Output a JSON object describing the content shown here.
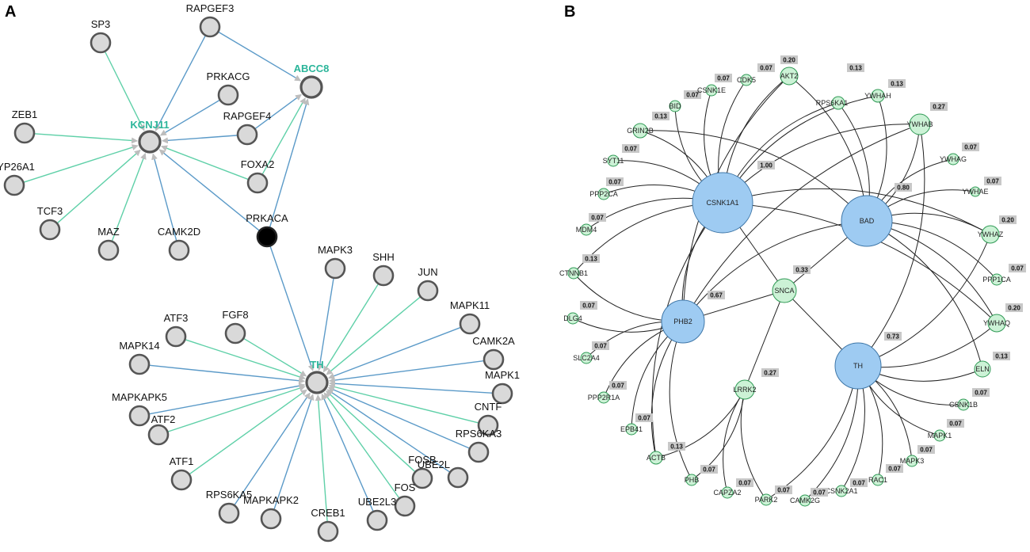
{
  "panels": {
    "a": "A",
    "b": "B"
  },
  "colors": {
    "green_edge": "#5fd0a8",
    "blue_edge": "#5b9ac8",
    "node_fill": "#d9d9d9",
    "node_stroke": "#555555",
    "hub_text": "#2bb59a",
    "b_small_fill": "#ccf2d6",
    "b_small_stroke": "#2f9a55",
    "b_big_fill": "#9ecbf2",
    "b_big_stroke": "#3f77a8",
    "badge": "#c8c8c8"
  },
  "network_a": {
    "nodes": [
      {
        "id": "KCNJ11",
        "label": "KCNJ11",
        "hub": true
      },
      {
        "id": "ABCC8",
        "label": "ABCC8",
        "hub": true
      },
      {
        "id": "TH",
        "label": "TH",
        "hub": true
      },
      {
        "id": "PRKACA",
        "label": "PRKACA",
        "dark": true
      },
      {
        "id": "SP3",
        "label": "SP3"
      },
      {
        "id": "RAPGEF3",
        "label": "RAPGEF3"
      },
      {
        "id": "PRKACG",
        "label": "PRKACG"
      },
      {
        "id": "ZEB1",
        "label": "ZEB1"
      },
      {
        "id": "RAPGEF4",
        "label": "RAPGEF4"
      },
      {
        "id": "CYP26A1",
        "label": "YP26A1"
      },
      {
        "id": "FOXA2",
        "label": "FOXA2"
      },
      {
        "id": "TCF3",
        "label": "TCF3"
      },
      {
        "id": "MAZ",
        "label": "MAZ"
      },
      {
        "id": "CAMK2D",
        "label": "CAMK2D"
      },
      {
        "id": "MAPK3",
        "label": "MAPK3"
      },
      {
        "id": "SHH",
        "label": "SHH"
      },
      {
        "id": "JUN",
        "label": "JUN"
      },
      {
        "id": "MAPK11",
        "label": "MAPK11"
      },
      {
        "id": "ATF3",
        "label": "ATF3"
      },
      {
        "id": "FGF8",
        "label": "FGF8"
      },
      {
        "id": "CAMK2A",
        "label": "CAMK2A"
      },
      {
        "id": "MAPK14",
        "label": "MAPK14"
      },
      {
        "id": "MAPK1",
        "label": "MAPK1"
      },
      {
        "id": "MAPKAPK5",
        "label": "MAPKAPK5"
      },
      {
        "id": "CNTF",
        "label": "CNTF"
      },
      {
        "id": "ATF2",
        "label": "ATF2"
      },
      {
        "id": "RPS6KA3",
        "label": "RPS6KA3"
      },
      {
        "id": "UBE2L",
        "label": "UBE2L"
      },
      {
        "id": "FOSB",
        "label": "FOSB"
      },
      {
        "id": "ATF1",
        "label": "ATF1"
      },
      {
        "id": "FOS",
        "label": "FOS"
      },
      {
        "id": "RPS6KA5",
        "label": "RPS6KA5"
      },
      {
        "id": "MAPKAPK2",
        "label": "MAPKAPK2"
      },
      {
        "id": "CREB1",
        "label": "CREB1"
      },
      {
        "id": "UBE2L3",
        "label": "UBE2L3"
      }
    ],
    "edges": [
      [
        "SP3",
        "KCNJ11",
        "green"
      ],
      [
        "RAPGEF3",
        "KCNJ11",
        "blue"
      ],
      [
        "RAPGEF3",
        "ABCC8",
        "blue"
      ],
      [
        "PRKACG",
        "KCNJ11",
        "blue"
      ],
      [
        "ZEB1",
        "KCNJ11",
        "green"
      ],
      [
        "RAPGEF4",
        "KCNJ11",
        "blue"
      ],
      [
        "RAPGEF4",
        "ABCC8",
        "blue"
      ],
      [
        "CYP26A1",
        "KCNJ11",
        "green"
      ],
      [
        "FOXA2",
        "KCNJ11",
        "green"
      ],
      [
        "FOXA2",
        "ABCC8",
        "green"
      ],
      [
        "TCF3",
        "KCNJ11",
        "green"
      ],
      [
        "MAZ",
        "KCNJ11",
        "green"
      ],
      [
        "CAMK2D",
        "KCNJ11",
        "blue"
      ],
      [
        "PRKACA",
        "KCNJ11",
        "blue"
      ],
      [
        "PRKACA",
        "ABCC8",
        "blue"
      ],
      [
        "PRKACA",
        "TH",
        "blue"
      ],
      [
        "MAPK3",
        "TH",
        "blue"
      ],
      [
        "SHH",
        "TH",
        "green"
      ],
      [
        "JUN",
        "TH",
        "green"
      ],
      [
        "MAPK11",
        "TH",
        "blue"
      ],
      [
        "ATF3",
        "TH",
        "green"
      ],
      [
        "FGF8",
        "TH",
        "green"
      ],
      [
        "CAMK2A",
        "TH",
        "blue"
      ],
      [
        "MAPK14",
        "TH",
        "blue"
      ],
      [
        "MAPK1",
        "TH",
        "blue"
      ],
      [
        "MAPKAPK5",
        "TH",
        "blue"
      ],
      [
        "CNTF",
        "TH",
        "green"
      ],
      [
        "ATF2",
        "TH",
        "green"
      ],
      [
        "RPS6KA3",
        "TH",
        "blue"
      ],
      [
        "UBE2L",
        "TH",
        "blue"
      ],
      [
        "FOSB",
        "TH",
        "green"
      ],
      [
        "ATF1",
        "TH",
        "green"
      ],
      [
        "FOS",
        "TH",
        "green"
      ],
      [
        "RPS6KA5",
        "TH",
        "blue"
      ],
      [
        "MAPKAPK2",
        "TH",
        "blue"
      ],
      [
        "CREB1",
        "TH",
        "green"
      ],
      [
        "UBE2L3",
        "TH",
        "blue"
      ]
    ]
  },
  "network_b": {
    "nodes": [
      {
        "id": "CSNK1A1",
        "label": "CSNK1A1",
        "big": true,
        "badge": "1.00"
      },
      {
        "id": "BAD",
        "label": "BAD",
        "big": true,
        "badge": "0.80"
      },
      {
        "id": "PHB2",
        "label": "PHB2",
        "big": true,
        "badge": "0.67"
      },
      {
        "id": "TH",
        "label": "TH",
        "big": true,
        "badge": "0.73"
      },
      {
        "id": "SNCA",
        "label": "SNCA",
        "badge": "0.33"
      },
      {
        "id": "LRRK2",
        "label": "LRRK2",
        "badge": "0.27"
      },
      {
        "id": "AKT2",
        "label": "AKT2",
        "badge": "0.20"
      },
      {
        "id": "RPS6KA1",
        "label": "RPS6KA1",
        "badge": "0.13"
      },
      {
        "id": "YWHAH",
        "label": "YWHAH",
        "badge": "0.13"
      },
      {
        "id": "YWHAB",
        "label": "YWHAB",
        "badge": "0.27"
      },
      {
        "id": "YWHAG",
        "label": "YWHAG",
        "badge": "0.07"
      },
      {
        "id": "YWHAE",
        "label": "YWHAE",
        "badge": "0.07"
      },
      {
        "id": "YWHAZ",
        "label": "YWHAZ",
        "badge": "0.20"
      },
      {
        "id": "PPP1CA",
        "label": "PPP1CA",
        "badge": "0.07"
      },
      {
        "id": "YWHAQ",
        "label": "YWHAQ",
        "badge": "0.20"
      },
      {
        "id": "ELN",
        "label": "ELN",
        "badge": "0.13"
      },
      {
        "id": "CSNK1B",
        "label": "CSNK1B",
        "badge": "0.07"
      },
      {
        "id": "MAPK1",
        "label": "MAPK1",
        "badge": "0.07"
      },
      {
        "id": "MAPK3",
        "label": "MAPK3",
        "badge": "0.07"
      },
      {
        "id": "RAC1",
        "label": "RAC1",
        "badge": "0.07"
      },
      {
        "id": "CSNK2A1",
        "label": "CSNK2A1",
        "badge": "0.07"
      },
      {
        "id": "CAMK2G",
        "label": "CAMK2G",
        "badge": "0.07"
      },
      {
        "id": "PARK2",
        "label": "PARK2",
        "badge": "0.07"
      },
      {
        "id": "CAPZA2",
        "label": "CAPZA2",
        "badge": "0.07"
      },
      {
        "id": "PHB",
        "label": "PHB",
        "badge": "0.07"
      },
      {
        "id": "ACTB",
        "label": "ACTB",
        "badge": "0.13"
      },
      {
        "id": "EPB41",
        "label": "EPB41",
        "badge": "0.07"
      },
      {
        "id": "PPP2R1A",
        "label": "PPP2R1A",
        "badge": "0.07"
      },
      {
        "id": "SLC2A4",
        "label": "SLC2A4",
        "badge": "0.07"
      },
      {
        "id": "DLG4",
        "label": "DLG4",
        "badge": "0.07"
      },
      {
        "id": "CTNNB1",
        "label": "CTNNB1",
        "badge": "0.13"
      },
      {
        "id": "MDM4",
        "label": "MDM4",
        "badge": "0.07"
      },
      {
        "id": "PPP2CA",
        "label": "PPP2CA",
        "badge": "0.07"
      },
      {
        "id": "SYT11",
        "label": "SYT11",
        "badge": "0.07"
      },
      {
        "id": "GRIN2B",
        "label": "GRIN2B",
        "badge": "0.13"
      },
      {
        "id": "BID",
        "label": "BID",
        "badge": "0.07"
      },
      {
        "id": "CSNK1E",
        "label": "CSNK1E",
        "badge": "0.07"
      },
      {
        "id": "CDK5",
        "label": "CDK5",
        "badge": "0.07"
      }
    ],
    "edges": [
      [
        "SNCA",
        "CSNK1A1"
      ],
      [
        "SNCA",
        "BAD"
      ],
      [
        "SNCA",
        "PHB2"
      ],
      [
        "SNCA",
        "TH"
      ],
      [
        "SNCA",
        "LRRK2"
      ],
      [
        "CSNK1A1",
        "AKT2"
      ],
      [
        "CSNK1A1",
        "RPS6KA1"
      ],
      [
        "CSNK1A1",
        "YWHAH"
      ],
      [
        "CSNK1A1",
        "YWHAB"
      ],
      [
        "CSNK1A1",
        "CDK5"
      ],
      [
        "CSNK1A1",
        "CSNK1E"
      ],
      [
        "CSNK1A1",
        "BID"
      ],
      [
        "CSNK1A1",
        "GRIN2B"
      ],
      [
        "CSNK1A1",
        "SYT11"
      ],
      [
        "CSNK1A1",
        "PPP2CA"
      ],
      [
        "CSNK1A1",
        "MDM4"
      ],
      [
        "CSNK1A1",
        "CTNNB1"
      ],
      [
        "CSNK1A1",
        "PHB2"
      ],
      [
        "CSNK1A1",
        "ACTB"
      ],
      [
        "CSNK1A1",
        "YWHAZ"
      ],
      [
        "CSNK1A1",
        "YWHAQ"
      ],
      [
        "BAD",
        "AKT2"
      ],
      [
        "BAD",
        "RPS6KA1"
      ],
      [
        "BAD",
        "YWHAH"
      ],
      [
        "BAD",
        "YWHAB"
      ],
      [
        "BAD",
        "YWHAG"
      ],
      [
        "BAD",
        "YWHAE"
      ],
      [
        "BAD",
        "YWHAZ"
      ],
      [
        "BAD",
        "PPP1CA"
      ],
      [
        "BAD",
        "YWHAQ"
      ],
      [
        "BAD",
        "PHB2"
      ],
      [
        "BAD",
        "GRIN2B"
      ],
      [
        "BAD",
        "ELN"
      ],
      [
        "PHB2",
        "DLG4"
      ],
      [
        "PHB2",
        "SLC2A4"
      ],
      [
        "PHB2",
        "PPP2R1A"
      ],
      [
        "PHB2",
        "EPB41"
      ],
      [
        "PHB2",
        "ACTB"
      ],
      [
        "PHB2",
        "PHB"
      ],
      [
        "PHB2",
        "YWHAB"
      ],
      [
        "PHB2",
        "AKT2"
      ],
      [
        "PHB2",
        "CTNNB1"
      ],
      [
        "LRRK2",
        "ACTB"
      ],
      [
        "LRRK2",
        "CAPZA2"
      ],
      [
        "LRRK2",
        "PARK2"
      ],
      [
        "LRRK2",
        "PHB"
      ],
      [
        "TH",
        "YWHAZ"
      ],
      [
        "TH",
        "YWHAQ"
      ],
      [
        "TH",
        "ELN"
      ],
      [
        "TH",
        "CSNK1B"
      ],
      [
        "TH",
        "MAPK1"
      ],
      [
        "TH",
        "MAPK3"
      ],
      [
        "TH",
        "RAC1"
      ],
      [
        "TH",
        "CSNK2A1"
      ],
      [
        "TH",
        "CAMK2G"
      ],
      [
        "TH",
        "YWHAB"
      ],
      [
        "TH",
        "PARK2"
      ]
    ]
  }
}
